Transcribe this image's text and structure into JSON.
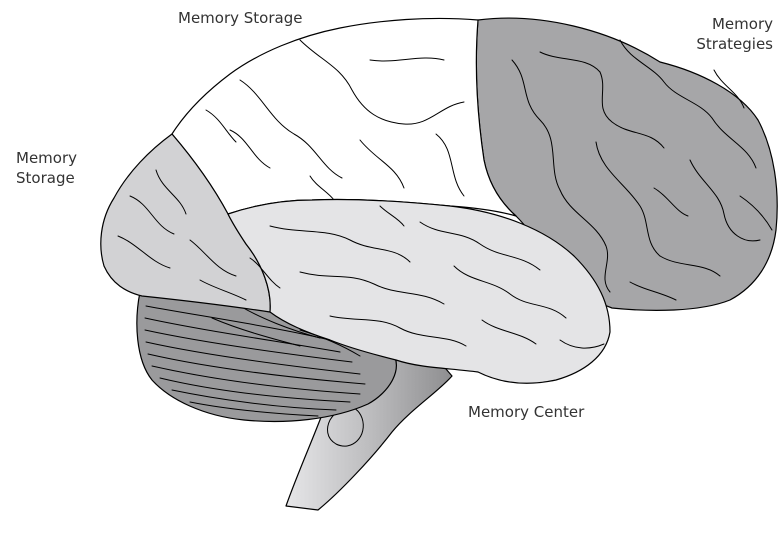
{
  "labels": {
    "top": "Memory Storage",
    "right_line1": "Memory",
    "right_line2": "Strategies",
    "left_line1": "Memory",
    "left_line2": "Storage",
    "bottom": "Memory Center"
  },
  "colors": {
    "frontal_lobe": "#a6a6a8",
    "parietal_lobe": "#ffffff",
    "occipital_lobe": "#d2d2d4",
    "temporal_lobe": "#e4e4e6",
    "cerebellum": "#9a9a9c",
    "brainstem": "#c2c2c4",
    "outline": "#000000"
  }
}
